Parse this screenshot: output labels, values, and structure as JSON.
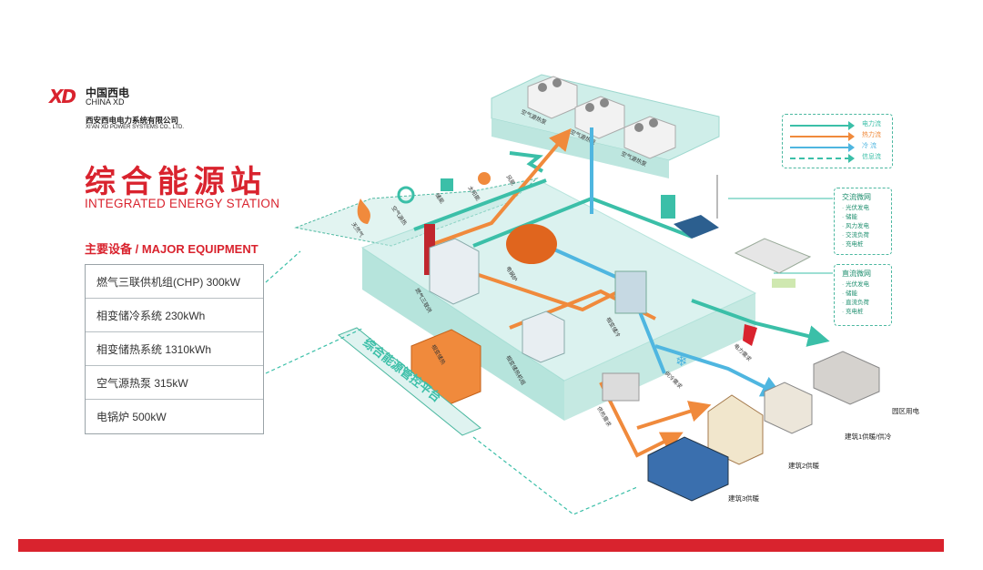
{
  "brand": {
    "logo_mark": "XD",
    "name_cn": "中国西电",
    "name_en": "CHINA XD",
    "company_cn": "西安西电电力系统有限公司",
    "company_en": "XI'AN XD POWER SYSTEMS CO., LTD."
  },
  "title": {
    "cn": "综合能源站",
    "en": "INTEGRATED ENERGY STATION"
  },
  "equipment": {
    "heading": "主要设备 / MAJOR EQUIPMENT",
    "items": [
      "燃气三联供机组(CHP) 300kW",
      "相变储冷系统 230kWh",
      "相变储热系统 1310kWh",
      "空气源热泵 315kW",
      "电锅炉 500kW"
    ]
  },
  "legend": {
    "items": [
      {
        "label": "电力流",
        "color": "#3bbfa8",
        "style": "solid"
      },
      {
        "label": "热力流",
        "color": "#f08a3c",
        "style": "solid"
      },
      {
        "label": "冷  流",
        "color": "#4fb6e0",
        "style": "solid"
      },
      {
        "label": "信息流",
        "color": "#3bbfa8",
        "style": "dashed"
      }
    ]
  },
  "ac_grid": {
    "title": "交流微网",
    "items": [
      "· 光伏发电",
      "· 储能",
      "· 风力发电",
      "· 交流负荷",
      "· 充电桩"
    ]
  },
  "dc_grid": {
    "title": "直流微网",
    "items": [
      "· 光伏发电",
      "· 储能",
      "· 直流负荷",
      "· 充电桩"
    ]
  },
  "inputs": [
    "天然气",
    "空气源热",
    "储能",
    "太阳能",
    "风能"
  ],
  "heat_pumps": [
    "空气源热泵",
    "空气源热泵",
    "空气源热泵"
  ],
  "station_labels": {
    "chp": "燃气三联供",
    "boiler": "电锅炉",
    "cold_storage": "相变储冷",
    "heat_storage": "相变储热机组",
    "thermal_tank": "相变储热",
    "gas_tank": "供热需求",
    "platform": "综合能源管控平台"
  },
  "demands": {
    "power": "电力需求",
    "cooling": "供冷需求"
  },
  "destinations": {
    "park": "园区用电",
    "building1": "建筑1供暖/供冷",
    "building2": "建筑2供暖",
    "building3": "建筑3供暖"
  },
  "colors": {
    "brand_red": "#d9232e",
    "teal": "#3bbfa8",
    "orange": "#f08a3c",
    "blue": "#4fb6e0",
    "glass": "#a8e0d8"
  }
}
